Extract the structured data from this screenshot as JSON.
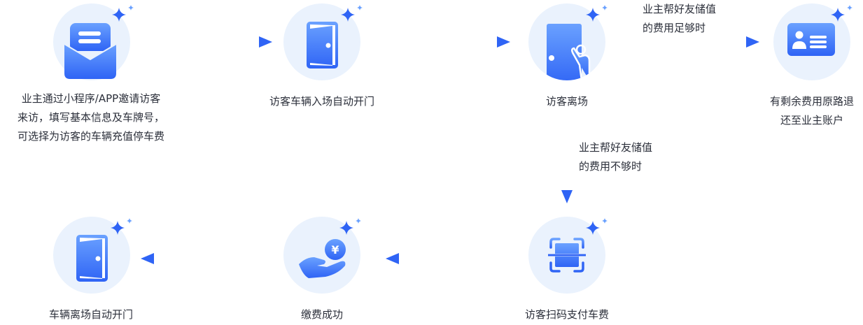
{
  "steps": [
    {
      "id": "invite",
      "label_lines": [
        "业主通过小程序/APP邀请访客",
        "来访，填写基本信息及车牌号，",
        "可选择为访客的车辆充值停车费"
      ],
      "icon": "envelope-icon"
    },
    {
      "id": "entry",
      "label_lines": [
        "访客车辆入场自动开门"
      ],
      "icon": "door-icon"
    },
    {
      "id": "leave",
      "label_lines": [
        "访客离场"
      ],
      "icon": "person-exit-icon"
    },
    {
      "id": "refund",
      "label_lines": [
        "有剩余费用原路退",
        "还至业主账户"
      ],
      "icon": "id-card-icon"
    },
    {
      "id": "scan-pay",
      "label_lines": [
        "访客扫码支付车费"
      ],
      "icon": "scan-icon"
    },
    {
      "id": "paid",
      "label_lines": [
        "缴费成功"
      ],
      "icon": "hand-coin-icon"
    },
    {
      "id": "exit-open",
      "label_lines": [
        "车辆离场自动开门"
      ],
      "icon": "door-icon"
    }
  ],
  "conditions": {
    "enough": [
      "业主帮好友储值",
      "的费用足够时"
    ],
    "not_enough": [
      "业主帮好友储值",
      "的费用不够时"
    ]
  },
  "colors": {
    "accent": "#2f64f5",
    "accent_light": "#6aa1ff",
    "circle_bg": "#eaf2fd",
    "dash_light": "#c2d5fb",
    "text": "#2b2f3a"
  },
  "currency_symbol": "¥"
}
